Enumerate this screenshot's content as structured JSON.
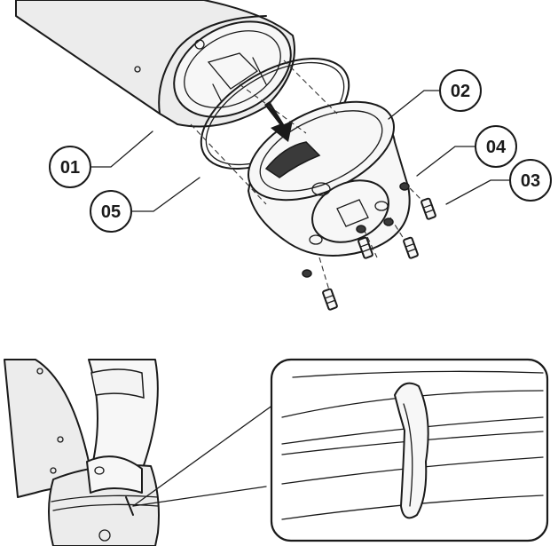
{
  "callouts": [
    {
      "id": "01",
      "label": "01"
    },
    {
      "id": "02",
      "label": "02"
    },
    {
      "id": "03",
      "label": "03"
    },
    {
      "id": "04",
      "label": "04"
    },
    {
      "id": "05",
      "label": "05"
    }
  ]
}
